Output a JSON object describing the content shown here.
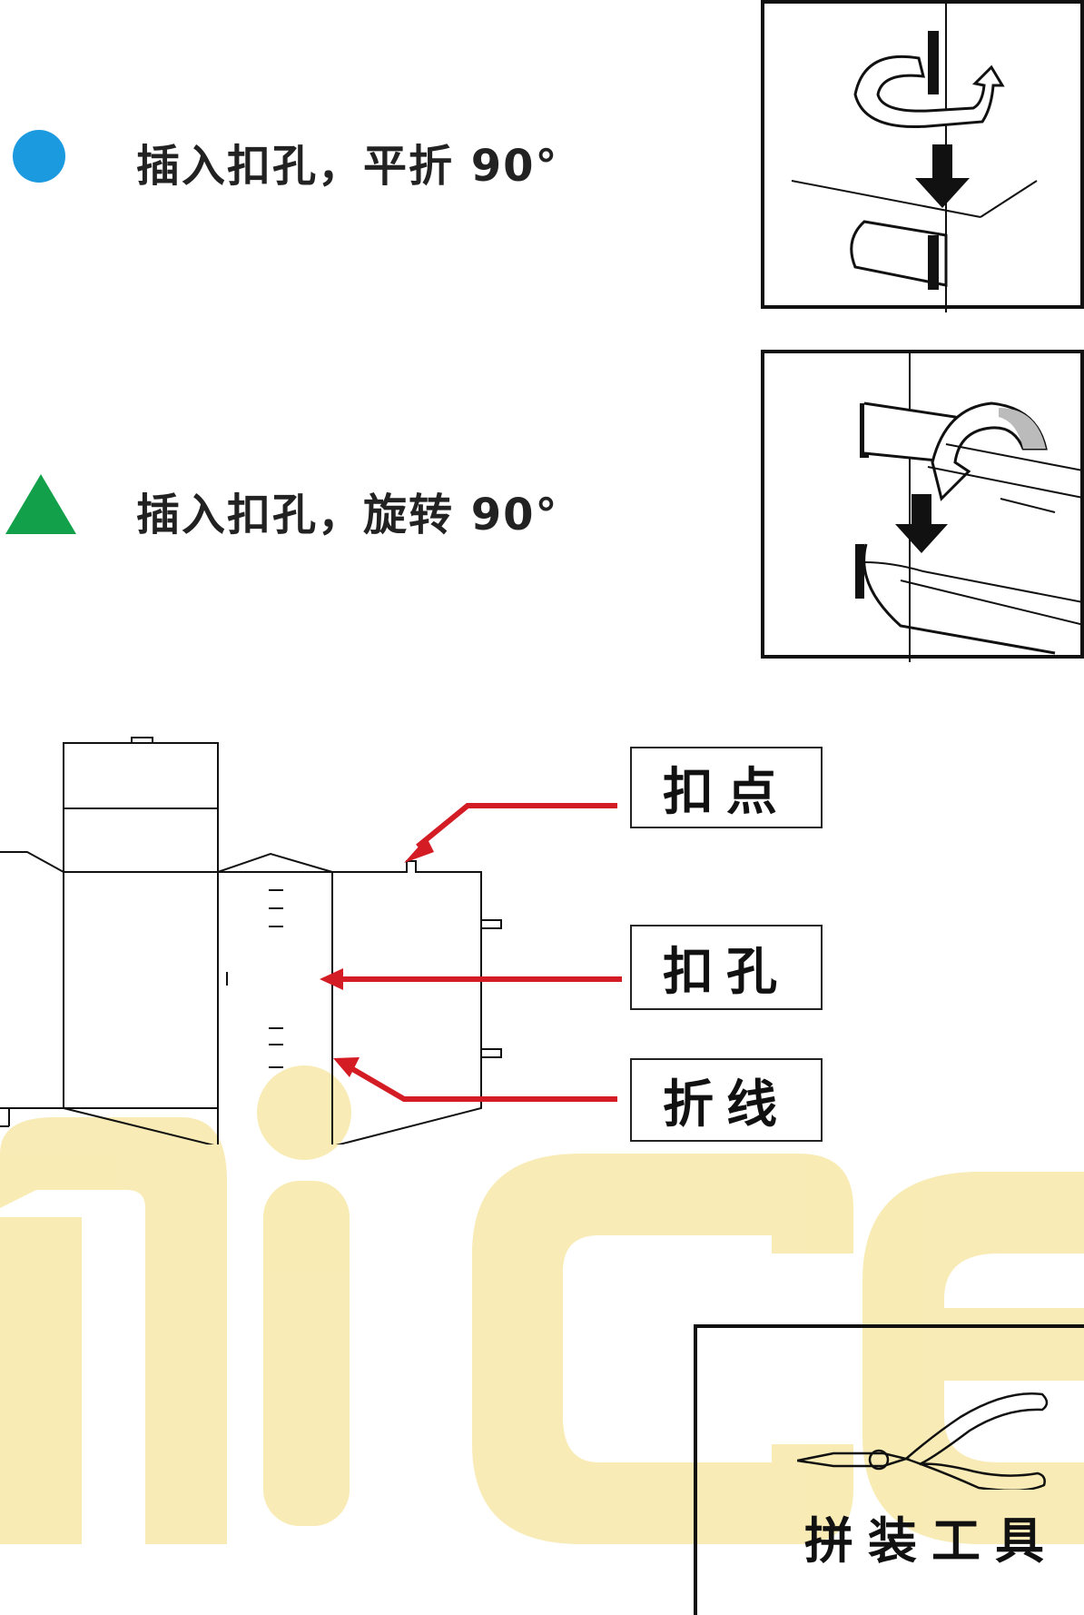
{
  "legend": {
    "circle_text": "插入扣孔，平折 90°",
    "triangle_text": "插入扣孔，旋转 90°",
    "circle_color": "#1b9ae0",
    "triangle_color": "#12a14a"
  },
  "callouts": {
    "tab": "扣点",
    "slot": "扣孔",
    "fold": "折线",
    "arrow_color": "#d41c24"
  },
  "tool": {
    "label": "拼装工具",
    "icon": "pliers-icon"
  },
  "watermark": {
    "text": "nice",
    "color": "#f6e7a2"
  }
}
